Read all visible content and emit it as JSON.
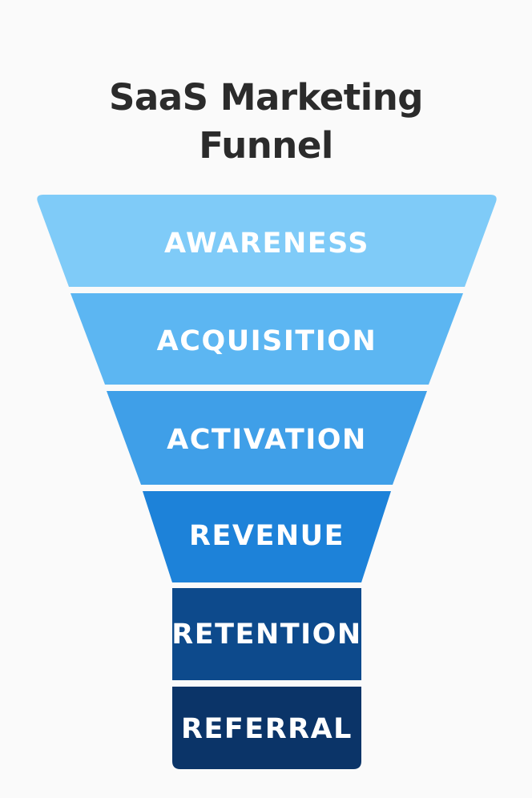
{
  "title": {
    "line1": "SaaS Marketing",
    "line2": "Funnel"
  },
  "stages": [
    {
      "label": "AWARENESS",
      "color": "#7fcbf8"
    },
    {
      "label": "ACQUISITION",
      "color": "#5cb6f2"
    },
    {
      "label": "ACTIVATION",
      "color": "#3f9fe8"
    },
    {
      "label": "REVENUE",
      "color": "#1d82d9"
    },
    {
      "label": "RETENTION",
      "color": "#0d4a8c"
    },
    {
      "label": "REFERRAL",
      "color": "#0b3468"
    }
  ]
}
